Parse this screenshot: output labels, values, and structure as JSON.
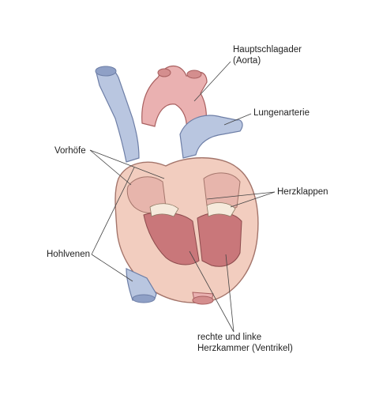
{
  "labels": {
    "aorta_line1": "Hauptschlagader",
    "aorta_line2": "(Aorta)",
    "pulmonary": "Lungenarterie",
    "atria": "Vorhöfe",
    "valves": "Herzklappen",
    "vena_cava": "Hohlvenen",
    "ventricles_line1": "rechte und linke",
    "ventricles_line2": "Herzkammer (Ventrikel)"
  },
  "colors": {
    "vein_blue": "#b9c6e0",
    "vein_outline": "#6d7ea6",
    "artery_red": "#eab1b1",
    "muscle": "#f2cdbf",
    "chamber": "#e7b5ac",
    "leader_line": "#444444"
  }
}
